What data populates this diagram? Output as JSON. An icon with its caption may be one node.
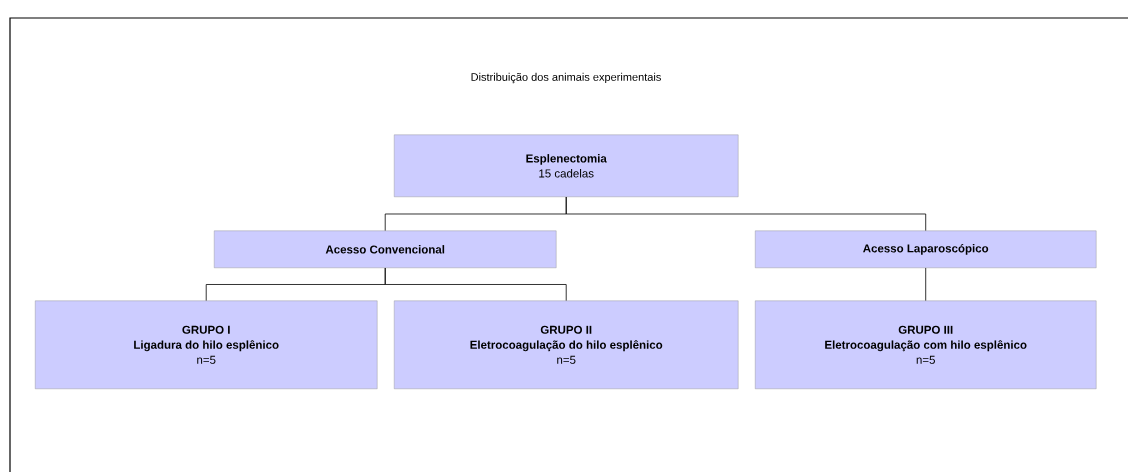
{
  "diagram": {
    "title": "Distribuição dos animais experimentais",
    "nodes": [
      {
        "text": [
          "Esplenectomia",
          "15 cadelas"
        ]
      },
      {
        "text": [
          "Acesso Convencional"
        ]
      },
      {
        "text": [
          "Acesso Laparoscópico"
        ]
      },
      {
        "text": [
          "GRUPO I",
          "Ligadura do hilo esplênico",
          "n=5"
        ]
      },
      {
        "text": [
          "GRUPO II",
          "Eletrocoagulação do hilo esplênico",
          "n=5"
        ]
      },
      {
        "text": [
          "GRUPO III",
          "Eletrocoagulação com hilo esplênico",
          "n=5"
        ]
      }
    ],
    "edges": [
      {
        "from": 0,
        "to": 1,
        "arrow": "none"
      },
      {
        "from": 0,
        "to": 2,
        "arrow": "none"
      },
      {
        "from": 1,
        "to": 3,
        "arrow": "none"
      },
      {
        "from": 1,
        "to": 4,
        "arrow": "none"
      },
      {
        "from": 2,
        "to": 5,
        "arrow": "none"
      }
    ]
  }
}
